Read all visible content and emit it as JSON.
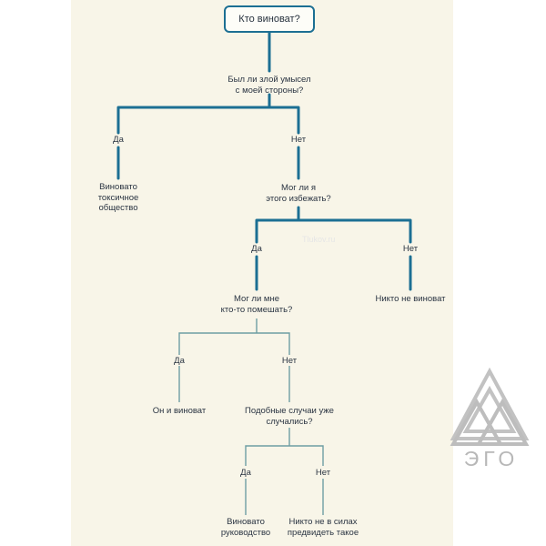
{
  "root": {
    "question": "Кто виноват?"
  },
  "nodes": {
    "q1": "Был ли злой умысел\nс моей стороны?",
    "a_toxic": "Виновато\nтоксичное\nобщество",
    "q2": "Мог ли я\nэтого избежать?",
    "a_nobody": "Никто не виноват",
    "q3": "Мог ли мне\nкто-то помешать?",
    "a_him": "Он и виноват",
    "q4": "Подобные случаи уже\nслучались?",
    "a_boss": "Виновато\nруководство",
    "a_unpredictable": "Никто не в силах\nпредвидеть такое"
  },
  "edges": {
    "q1_yes": "Да",
    "q1_no": "Нет",
    "q2_yes": "Да",
    "q2_no": "Нет",
    "q3_yes": "Да",
    "q3_no": "Нет",
    "q4_yes": "Да",
    "q4_no": "Нет"
  },
  "watermark": "Tlukov.ru",
  "logo": {
    "text": "ЭГО"
  },
  "colors": {
    "thick_line": "#1c6f93",
    "thin_line": "#6e9ea3",
    "panel": "#f8f5e8",
    "text": "#2a3442"
  }
}
